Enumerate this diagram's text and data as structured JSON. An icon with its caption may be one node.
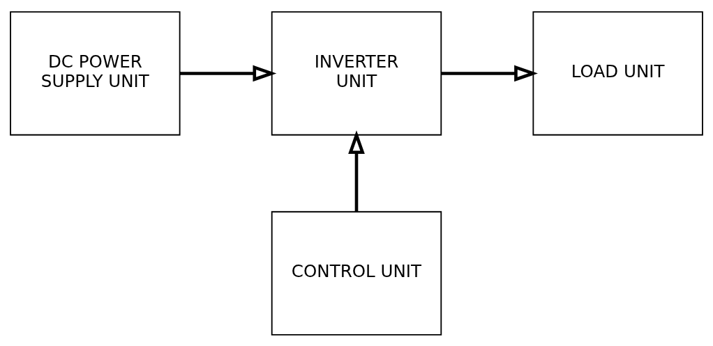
{
  "diagram": {
    "nodes": [
      {
        "text": [
          "DC POWER SUPPLY UNIT"
        ]
      },
      {
        "text": [
          "INVERTER UNIT"
        ]
      },
      {
        "text": [
          "LOAD UNIT"
        ]
      },
      {
        "text": [
          "CONTROL UNIT"
        ]
      }
    ],
    "edges": [
      {
        "from": 0,
        "to": 1,
        "arrow": "to"
      },
      {
        "from": 1,
        "to": 2,
        "arrow": "to"
      },
      {
        "from": 3,
        "to": 1,
        "arrow": "to"
      }
    ]
  }
}
